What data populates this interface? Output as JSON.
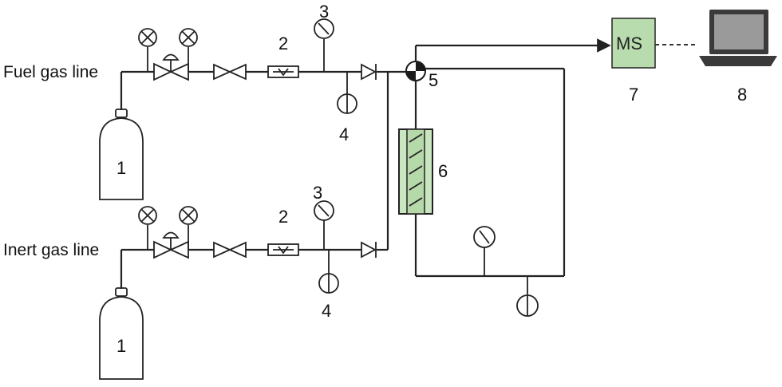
{
  "labels": {
    "fuel_line": "Fuel gas line",
    "inert_line": "Inert gas line",
    "ms": "MS"
  },
  "numbers": {
    "cylinder_fuel": "1",
    "cylinder_inert": "1",
    "flowmeter_fuel": "2",
    "flowmeter_inert": "2",
    "gauge_fuel": "3",
    "gauge_inert": "3",
    "sensor_fuel": "4",
    "sensor_inert": "4",
    "four_way_valve": "5",
    "reactor": "6",
    "mass_spec": "7",
    "computer": "8"
  },
  "colors": {
    "line": "#222222",
    "ms_box_fill": "#b8dcae",
    "four_way_valve": "#1a1a1a",
    "reactor_fill": "#c9e6c0",
    "laptop_screen": "#9a9a9a"
  }
}
